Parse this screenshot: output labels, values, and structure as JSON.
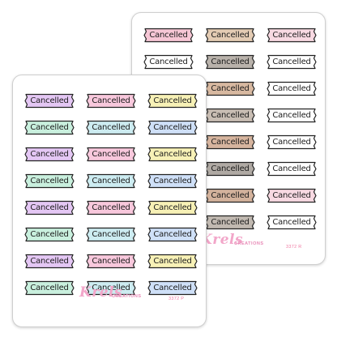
{
  "sticker_text": "Cancelled",
  "brand": {
    "name": "Krels",
    "tagline": "CREATIONS"
  },
  "sheets": [
    {
      "id": "back",
      "code": "3372 R",
      "rows": [
        [
          "#f6c6d5",
          "#e3cbb3",
          "#f8d9e2"
        ],
        [
          "#ffffff",
          "#b9b2ab",
          "#ffffff"
        ],
        [
          "#f6c6d5",
          "#d8b9a1",
          "#ffffff"
        ],
        [
          "#ffffff",
          "#c8bdb3",
          "#ffffff"
        ],
        [
          "#f6c6d5",
          "#d6b49e",
          "#ffffff"
        ],
        [
          "#ffffff",
          "#b0aaa4",
          "#ffffff"
        ],
        [
          "#f6c6d5",
          "#d3b29c",
          "#f8d9e2"
        ],
        [
          "#ffffff",
          "#c1b9b1",
          "#ffffff"
        ]
      ]
    },
    {
      "id": "front",
      "code": "3372 P",
      "rows": [
        [
          "#e4c7f4",
          "#f8c8dc",
          "#f7f1b6"
        ],
        [
          "#c9f0de",
          "#cdecf1",
          "#cfe0f8"
        ],
        [
          "#e4c7f4",
          "#f8c8dc",
          "#f7f1b6"
        ],
        [
          "#c9f0de",
          "#cdecf1",
          "#cfe0f8"
        ],
        [
          "#e4c7f4",
          "#f8c8dc",
          "#f7f1b6"
        ],
        [
          "#c9f0de",
          "#cdecf1",
          "#cfe0f8"
        ],
        [
          "#e4c7f4",
          "#f8c8dc",
          "#f7f1b6"
        ],
        [
          "#c9f0de",
          "#cdecf1",
          "#cfe0f8"
        ]
      ]
    }
  ]
}
